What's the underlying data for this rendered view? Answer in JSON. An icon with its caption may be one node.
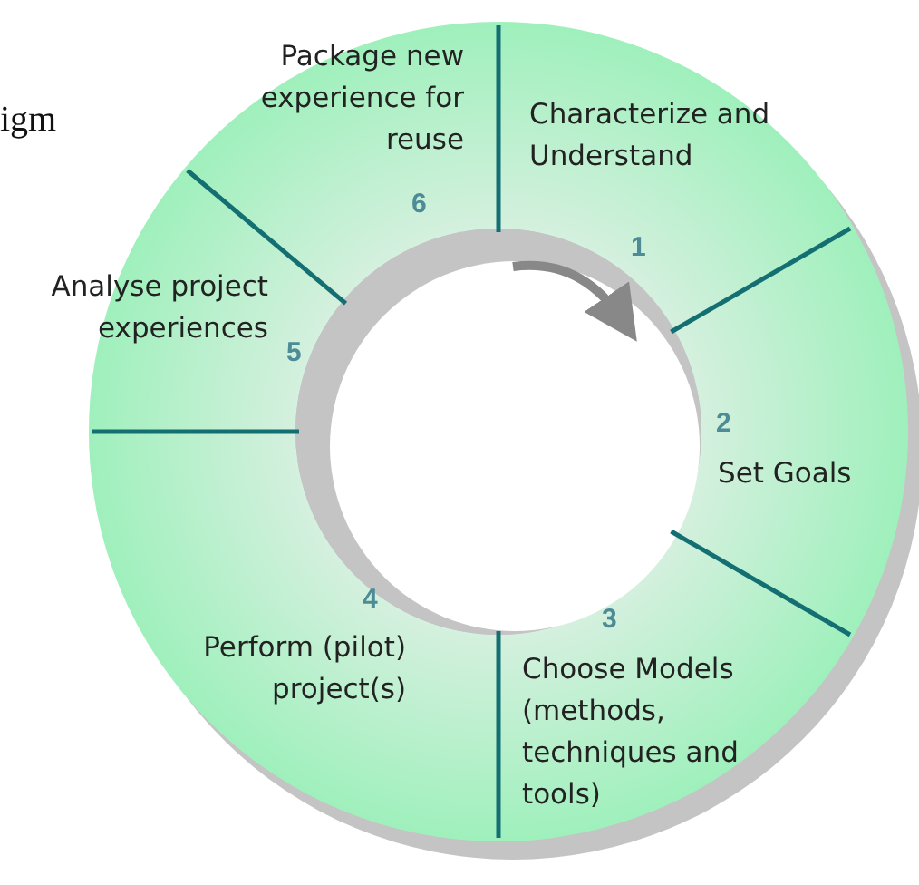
{
  "diagram": {
    "nodes": [
      {
        "text": [
          "Characterize and Understand",
          "1"
        ]
      },
      {
        "text": [
          "2",
          "Set Goals"
        ]
      },
      {
        "text": [
          "3",
          "Choose Models (methods, techniques and tools)"
        ]
      },
      {
        "text": [
          "4",
          "Perform (pilot) project(s)"
        ]
      },
      {
        "text": [
          "5",
          "Analyse project experiences"
        ]
      },
      {
        "text": [
          "Package new experience for reuse",
          "6"
        ]
      }
    ],
    "labels": [
      "igm"
    ]
  }
}
